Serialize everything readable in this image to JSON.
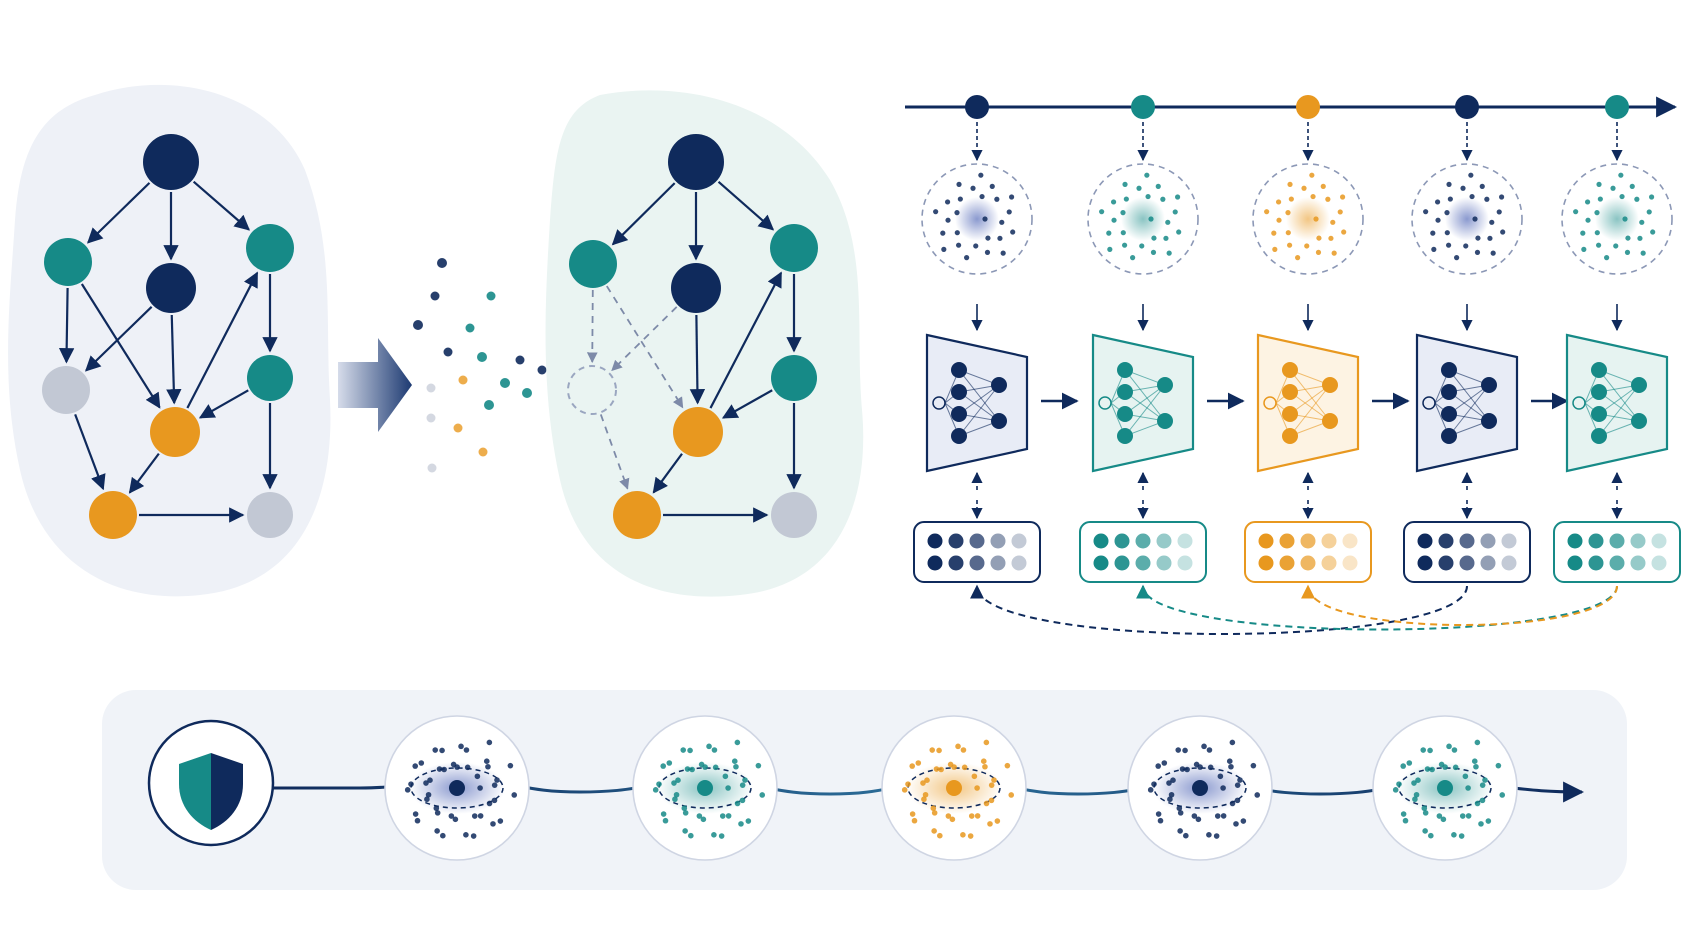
{
  "colors": {
    "navy": "#0f2a5c",
    "teal": "#168a87",
    "orange": "#e8981f",
    "gray": "#c2c8d4",
    "panel": "#eef1f7",
    "panel_teal": "#eaf4f2",
    "panel_bottom": "#f0f3f8"
  },
  "source_graph": {
    "nodes": [
      {
        "id": "n1",
        "color": "navy"
      },
      {
        "id": "n2",
        "color": "teal"
      },
      {
        "id": "n3",
        "color": "navy"
      },
      {
        "id": "n4",
        "color": "teal"
      },
      {
        "id": "n5",
        "color": "gray"
      },
      {
        "id": "n6",
        "color": "orange"
      },
      {
        "id": "n7",
        "color": "teal"
      },
      {
        "id": "n8",
        "color": "orange"
      },
      {
        "id": "n9",
        "color": "gray"
      }
    ],
    "edges": [
      [
        "n1",
        "n2"
      ],
      [
        "n1",
        "n3"
      ],
      [
        "n1",
        "n4"
      ],
      [
        "n2",
        "n5"
      ],
      [
        "n2",
        "n6"
      ],
      [
        "n3",
        "n5"
      ],
      [
        "n3",
        "n6"
      ],
      [
        "n4",
        "n7"
      ],
      [
        "n6",
        "n4"
      ],
      [
        "n7",
        "n6"
      ],
      [
        "n7",
        "n9"
      ],
      [
        "n5",
        "n8"
      ],
      [
        "n6",
        "n8"
      ],
      [
        "n8",
        "n9"
      ]
    ]
  },
  "reconstructed_graph": {
    "nodes": [
      {
        "id": "m1",
        "color": "navy"
      },
      {
        "id": "m2",
        "color": "teal"
      },
      {
        "id": "m3",
        "color": "navy"
      },
      {
        "id": "m4",
        "color": "teal"
      },
      {
        "id": "m5",
        "color": "missing"
      },
      {
        "id": "m6",
        "color": "orange"
      },
      {
        "id": "m7",
        "color": "teal"
      },
      {
        "id": "m8",
        "color": "orange"
      },
      {
        "id": "m9",
        "color": "gray"
      }
    ],
    "edges": [
      [
        "m1",
        "m2",
        "solid"
      ],
      [
        "m1",
        "m3",
        "solid"
      ],
      [
        "m1",
        "m4",
        "solid"
      ],
      [
        "m2",
        "m5",
        "dashed"
      ],
      [
        "m2",
        "m6",
        "dashed"
      ],
      [
        "m3",
        "m5",
        "dashed"
      ],
      [
        "m3",
        "m6",
        "solid"
      ],
      [
        "m4",
        "m7",
        "solid"
      ],
      [
        "m6",
        "m4",
        "solid"
      ],
      [
        "m7",
        "m6",
        "solid"
      ],
      [
        "m7",
        "m9",
        "solid"
      ],
      [
        "m5",
        "m8",
        "dashed"
      ],
      [
        "m6",
        "m8",
        "solid"
      ],
      [
        "m8",
        "m9",
        "solid"
      ]
    ]
  },
  "scatter_colors": [
    "navy",
    "navy",
    "teal",
    "navy",
    "teal",
    "navy",
    "teal",
    "gray",
    "orange",
    "teal",
    "gray",
    "orange",
    "teal",
    "navy",
    "gray",
    "teal",
    "orange",
    "navy"
  ],
  "timeline": {
    "steps": [
      {
        "color": "navy"
      },
      {
        "color": "teal"
      },
      {
        "color": "orange"
      },
      {
        "color": "navy"
      },
      {
        "color": "teal"
      }
    ],
    "memory_links": [
      {
        "from": 0,
        "to": 3,
        "color": "navy"
      },
      {
        "from": 1,
        "to": 4,
        "color": "teal"
      },
      {
        "from": 2,
        "to": 4,
        "color": "orange"
      }
    ]
  },
  "protection_strip": {
    "icon": "shield-icon",
    "stages": [
      {
        "color": "navy"
      },
      {
        "color": "teal"
      },
      {
        "color": "orange"
      },
      {
        "color": "navy"
      },
      {
        "color": "teal"
      }
    ]
  }
}
